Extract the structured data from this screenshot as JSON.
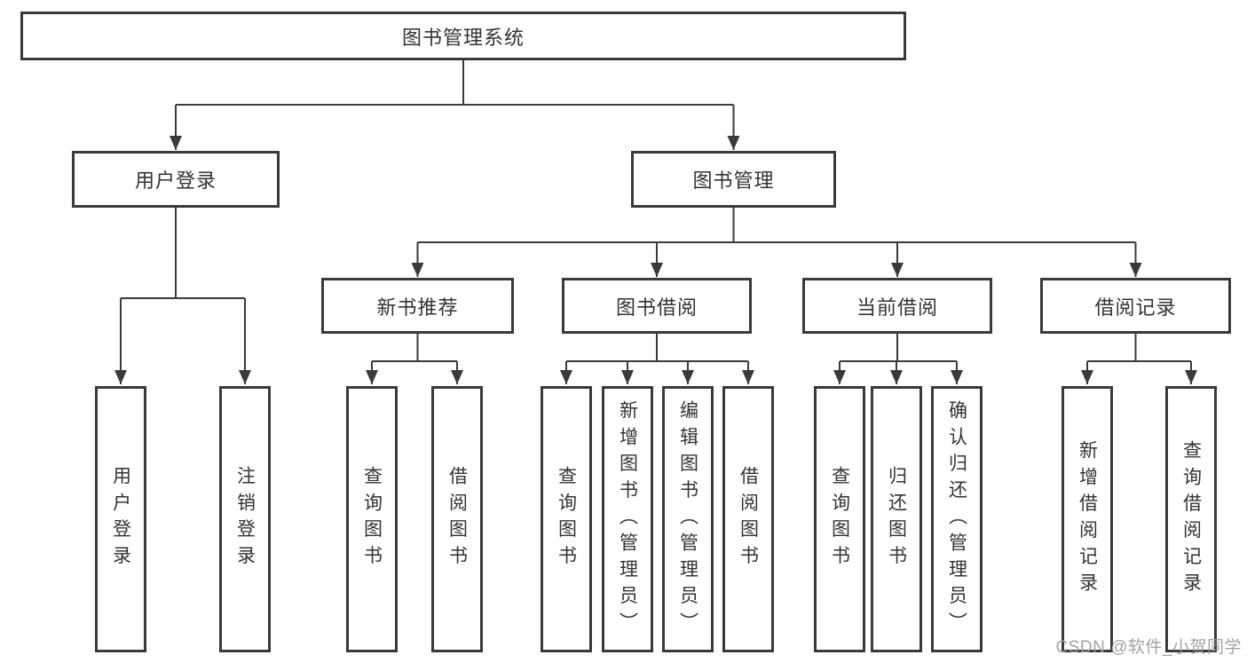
{
  "nodes": {
    "root": {
      "label": "图书管理系统"
    },
    "user_login": {
      "label": "用户登录",
      "parent": "root"
    },
    "book_mgmt": {
      "label": "图书管理",
      "parent": "root"
    },
    "leaf_user_login": {
      "label": "用户登录",
      "parent": "user_login"
    },
    "leaf_logout": {
      "label": "注销登录",
      "parent": "user_login"
    },
    "new_book_rec": {
      "label": "新书推荐",
      "parent": "book_mgmt"
    },
    "book_borrow": {
      "label": "图书借阅",
      "parent": "book_mgmt"
    },
    "current_borrow": {
      "label": "当前借阅",
      "parent": "book_mgmt"
    },
    "borrow_record": {
      "label": "借阅记录",
      "parent": "book_mgmt"
    },
    "rec_query_book": {
      "label": "查询图书",
      "parent": "new_book_rec"
    },
    "rec_borrow_book": {
      "label": "借阅图书",
      "parent": "new_book_rec"
    },
    "bb_query_book": {
      "label": "查询图书",
      "parent": "book_borrow"
    },
    "bb_add_book": {
      "label": "新增图书（管理员）",
      "parent": "book_borrow"
    },
    "bb_edit_book": {
      "label": "编辑图书（管理员）",
      "parent": "book_borrow"
    },
    "bb_borrow_book": {
      "label": "借阅图书",
      "parent": "book_borrow"
    },
    "cb_query_book": {
      "label": "查询图书",
      "parent": "current_borrow"
    },
    "cb_return_book": {
      "label": "归还图书",
      "parent": "current_borrow"
    },
    "cb_confirm_return": {
      "label": "确认归还（管理员）",
      "parent": "current_borrow"
    },
    "br_add_record": {
      "label": "新增借阅记录",
      "parent": "borrow_record"
    },
    "br_query_record": {
      "label": "查询借阅记录",
      "parent": "borrow_record"
    }
  },
  "watermark": {
    "text": "CSDN @软件_小贺同学"
  },
  "colors": {
    "line": "#3a3a3a",
    "text": "#333333",
    "box_background": "#ffffff",
    "watermark": "#9c9c9c",
    "page_background": "#ffffff"
  }
}
